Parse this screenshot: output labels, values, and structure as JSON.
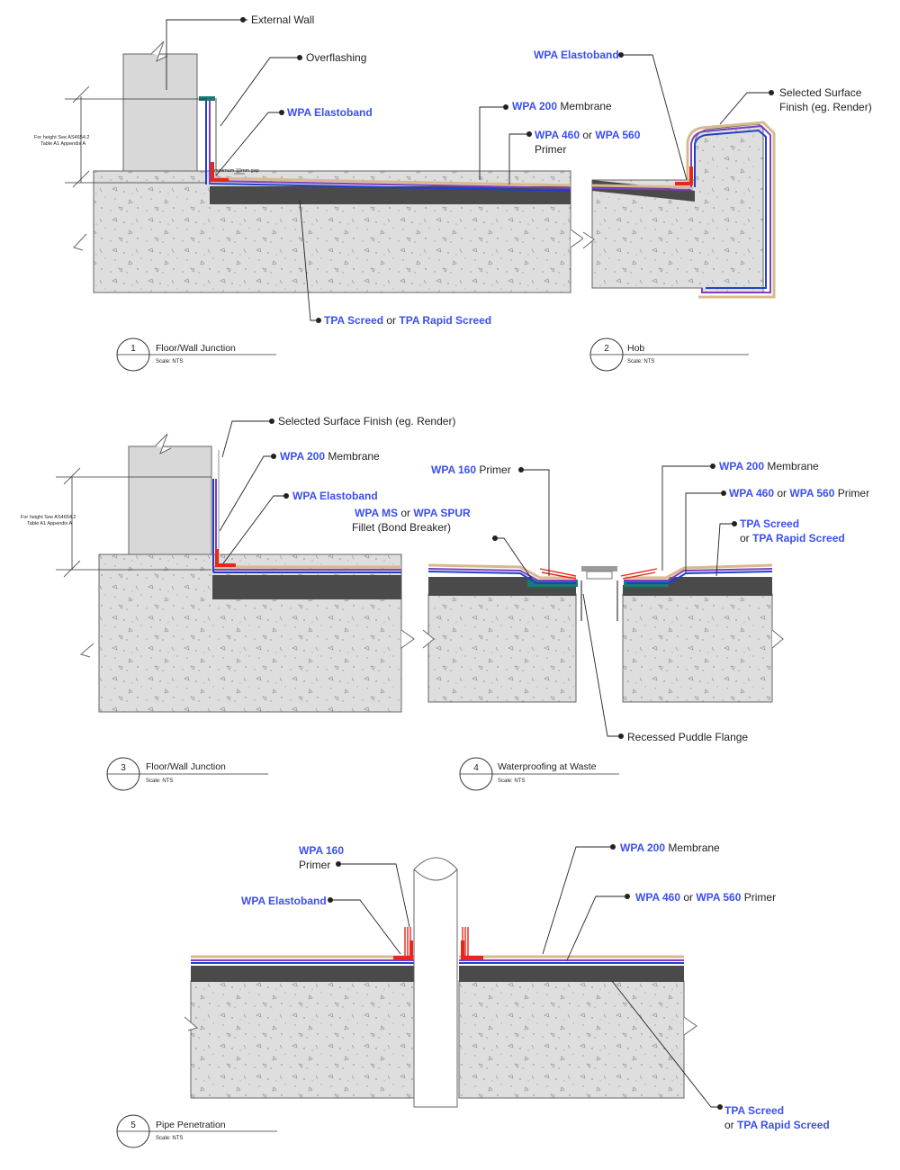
{
  "colors": {
    "concrete": "#dedede",
    "screed": "#4a4a4a",
    "elastoband": "#e8261b",
    "membrane_purple": "#7b3fc4",
    "primer_blue": "#2140c8",
    "tan": "#d9b98c",
    "teal": "#197b73",
    "brand_blue": "#3b4ff0"
  },
  "labels": {
    "external_wall": "External Wall",
    "overflashing": "Overflashing",
    "d1_elastoband": "WPA Elastoband",
    "d1_membrane_b": "WPA 200",
    "d1_membrane_t": "Membrane",
    "d1_primer_b1": "WPA 460",
    "d1_or": "or",
    "d1_primer_b2": "WPA 560",
    "d1_primer_t": "Primer",
    "d1_screed_b1": "TPA Screed",
    "d1_screed_or": "or",
    "d1_screed_b2": "TPA Rapid Screed",
    "d1_min_gap": "minimum 10mm gap",
    "d1_height_1": "For height See AS4654.2",
    "d1_height_2": "Table A1 Appendix A",
    "d2_elastoband": "WPA Elastoband",
    "d2_finish_1": "Selected Surface",
    "d2_finish_2": "Finish (eg. Render)",
    "d3_finish": "Selected Surface Finish (eg. Render)",
    "d3_membrane_b": "WPA 200",
    "d3_membrane_t": "Membrane",
    "d3_elastoband": "WPA Elastoband",
    "d3_height_1": "For height See AS4654.2",
    "d3_height_2": "Table A1 Appendix A",
    "d4_primer160_b": "WPA 160",
    "d4_primer160_t": "Primer",
    "d4_fillet_b1": "WPA MS",
    "d4_fillet_or": "or",
    "d4_fillet_b2": "WPA SPUR",
    "d4_fillet_t": "Fillet (Bond Breaker)",
    "d4_membrane_b": "WPA 200",
    "d4_membrane_t": "Membrane",
    "d4_primer_b1": "WPA 460",
    "d4_primer_or": "or",
    "d4_primer_b2": "WPA 560",
    "d4_primer_t": "Primer",
    "d4_screed_b1": "TPA Screed",
    "d4_screed_or": "or",
    "d4_screed_b2": "TPA Rapid Screed",
    "d4_flange": "Recessed Puddle Flange",
    "d5_primer160_b": "WPA 160",
    "d5_primer160_t": "Primer",
    "d5_elastoband": "WPA Elastoband",
    "d5_membrane_b": "WPA 200",
    "d5_membrane_t": "Membrane",
    "d5_primer_b1": "WPA 460",
    "d5_primer_or": "or",
    "d5_primer_b2": "WPA 560",
    "d5_primer_t": "Primer",
    "d5_screed_b1": "TPA Screed",
    "d5_screed_or": "or",
    "d5_screed_b2": "TPA Rapid Screed"
  },
  "titles": [
    {
      "number": "1",
      "name": "Floor/Wall Junction",
      "scale": "Scale:  NTS"
    },
    {
      "number": "2",
      "name": "Hob",
      "scale": "Scale:  NTS"
    },
    {
      "number": "3",
      "name": "Floor/Wall Junction",
      "scale": "Scale:  NTS"
    },
    {
      "number": "4",
      "name": "Waterproofing at Waste",
      "scale": "Scale:  NTS"
    },
    {
      "number": "5",
      "name": "Pipe Penetration",
      "scale": "Scale:  NTS"
    }
  ]
}
